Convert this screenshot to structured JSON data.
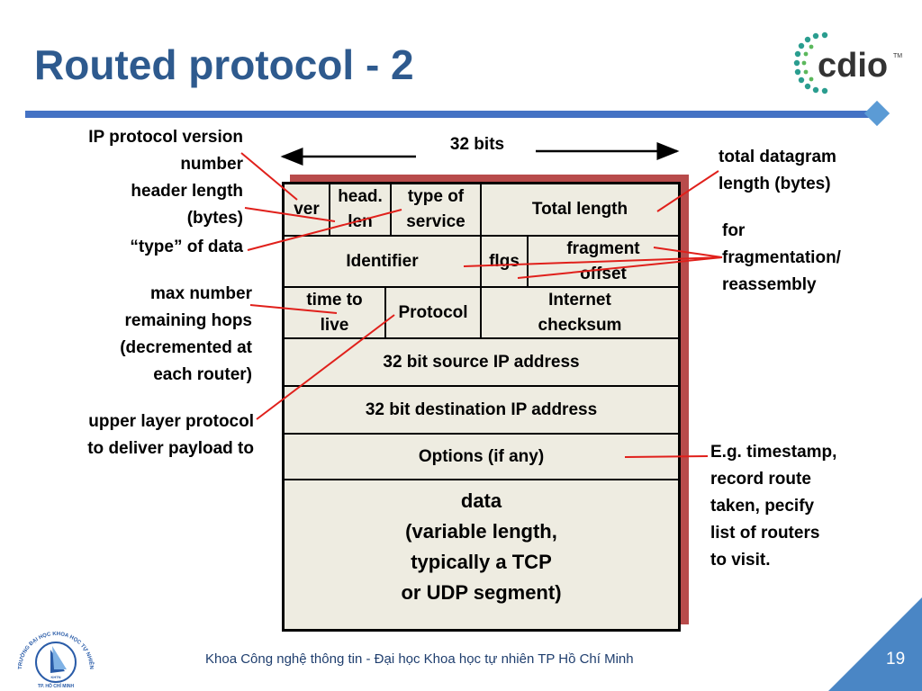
{
  "slide": {
    "title": "Routed protocol - 2",
    "footer": "Khoa Công nghệ thông tin - Đại học Khoa học tự nhiên TP Hồ Chí Minh",
    "page_number": "19",
    "logo_text": "cdio",
    "logo_tm": "TM",
    "uni_logo_text": "TRƯỜNG ĐẠI HỌC KHOA HỌC TỰ NHIÊN",
    "uni_logo_city": "TP. HỒ CHÍ MINH",
    "uni_logo_abbr": "KHTN"
  },
  "header": {
    "bits_label": "32 bits"
  },
  "fields": {
    "ver": "ver",
    "head_len_1": "head.",
    "head_len_2": "len",
    "tos_1": "type of",
    "tos_2": "service",
    "total_length": "Total length",
    "identifier": "Identifier",
    "flgs": "flgs",
    "frag_1": "fragment",
    "frag_2": "offset",
    "ttl_1": "time to",
    "ttl_2": "live",
    "protocol": "Protocol",
    "checksum_1": "Internet",
    "checksum_2": "checksum",
    "src": "32 bit source IP address",
    "dst": "32 bit destination IP address",
    "options": "Options (if any)",
    "data_1": "data",
    "data_2": "(variable length,",
    "data_3": "typically a TCP",
    "data_4": "or UDP segment)"
  },
  "annotations": {
    "version_1": "IP protocol version",
    "version_2": "number",
    "hlen_1": "header length",
    "hlen_2": "(bytes)",
    "type": "“type” of data",
    "ttl_1": "max number",
    "ttl_2": "remaining hops",
    "ttl_3": "(decremented at",
    "ttl_4": "each router)",
    "upper_1": "upper layer protocol",
    "upper_2": "to deliver payload to",
    "total_1": "total datagram",
    "total_2": "length (bytes)",
    "frag_1": "for",
    "frag_2": "fragmentation/",
    "frag_3": "reassembly",
    "opt_1": "E.g. timestamp,",
    "opt_2": "record route",
    "opt_3": "taken, pecify",
    "opt_4": "list of routers",
    "opt_5": "to visit."
  },
  "colors": {
    "title": "#2e5a8e",
    "rule": "#4472c4",
    "callout_line": "#e0201b",
    "packet_fill": "#eeece1",
    "packet_shadow": "#b84b4b",
    "corner_triangle": "#4a86c5"
  }
}
